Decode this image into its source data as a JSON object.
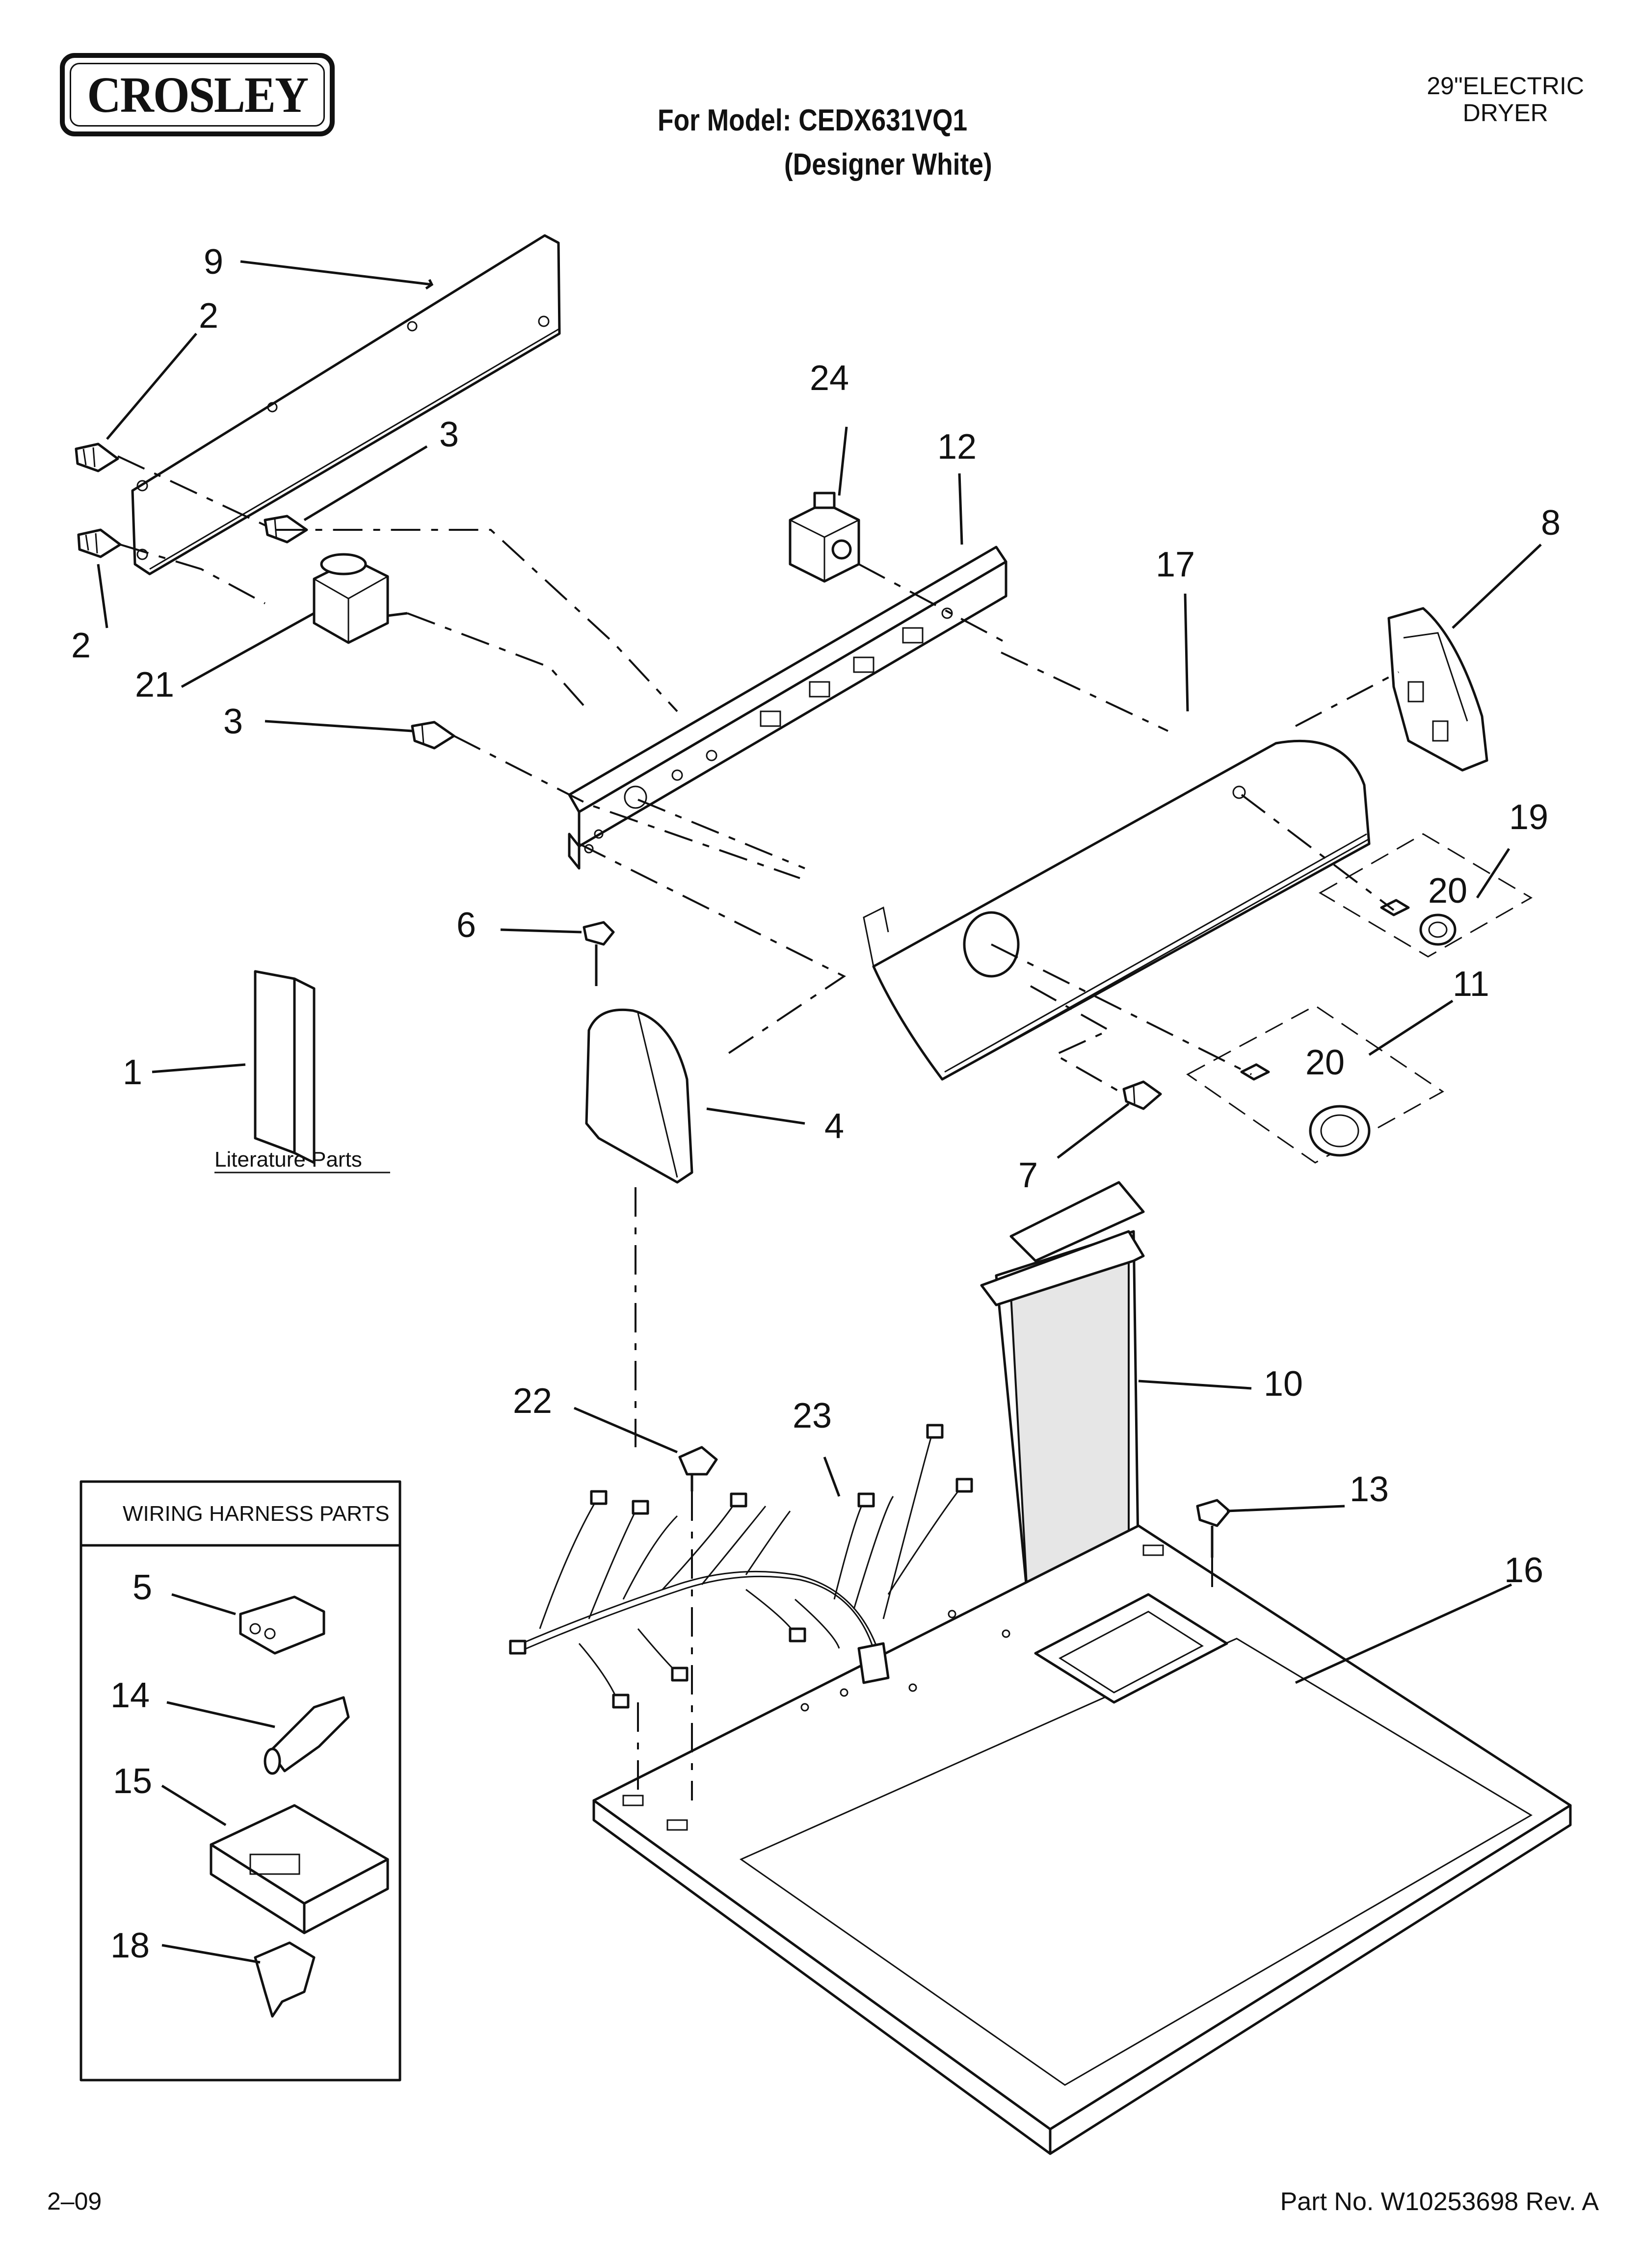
{
  "header": {
    "brand": "CROSLEY",
    "model_line": "For Model: CEDX631VQ1",
    "variant_line": "(Designer White)",
    "product_type_line1": "29\"ELECTRIC",
    "product_type_line2": "DRYER"
  },
  "footer": {
    "date": "2–09",
    "part_number": "Part No. W10253698 Rev. A"
  },
  "labels": {
    "literature_parts": "Literature Parts",
    "wiring_harness_parts": "WIRING HARNESS PARTS"
  },
  "callouts": {
    "c1": "1",
    "c2a": "2",
    "c2b": "2",
    "c3a": "3",
    "c3b": "3",
    "c4": "4",
    "c5": "5",
    "c6": "6",
    "c7": "7",
    "c8": "8",
    "c9": "9",
    "c10": "10",
    "c11": "11",
    "c12": "12",
    "c13": "13",
    "c14": "14",
    "c15": "15",
    "c16": "16",
    "c17": "17",
    "c18": "18",
    "c19": "19",
    "c20a": "20",
    "c20b": "20",
    "c21": "21",
    "c22": "22",
    "c23": "23",
    "c24": "24"
  }
}
